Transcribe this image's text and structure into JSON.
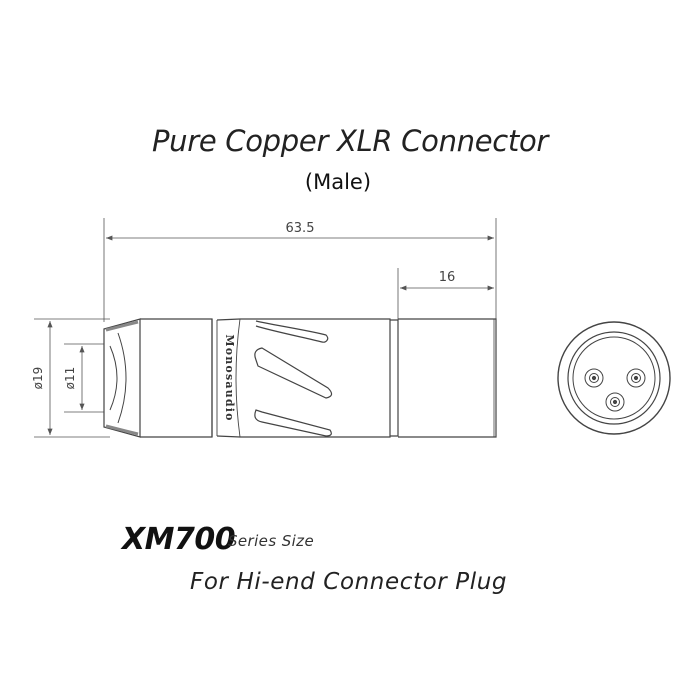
{
  "title": "Pure Copper XLR Connector",
  "subtitle": "(Male)",
  "dimensions": {
    "overall_length": "63.5",
    "tail_length": "16",
    "outer_diameter": "ø19",
    "inner_diameter": "ø11"
  },
  "brand_engraving": "Monosaudio",
  "series_name": "XM700",
  "series_suffix": "Series Size",
  "tagline": "For Hi-end Connector Plug",
  "colors": {
    "outline": "#444444",
    "dimension_line": "#555555",
    "text": "#222222"
  }
}
